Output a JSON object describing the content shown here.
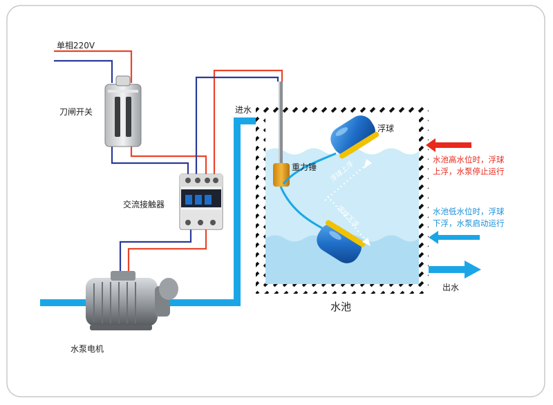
{
  "labels": {
    "power": "单相220V",
    "knife_switch": "刀闸开关",
    "contactor": "交流接触器",
    "pump_motor": "水泵电机",
    "water_in": "进水",
    "water_out": "出水",
    "tank": "水池",
    "counterweight": "重力锤",
    "float_ball": "浮球",
    "float_up": "浮球上浮",
    "float_down": "浮球下浮",
    "high_level_line1": "水池高水位时，浮球",
    "high_level_line2": "上浮，水泵停止运行",
    "low_level_line1": "水池低水位时，浮球",
    "low_level_line2": "下浮，水泵启动运行"
  },
  "colors": {
    "live_wire": "#e8452a",
    "neutral_wire": "#2a3a9a",
    "water_pipe": "#1aa6e6",
    "water": "#cdebf8",
    "high_level_arrow": "#e8291c",
    "low_level_arrow": "#1aa6e6",
    "float_body": "#1f6fc9",
    "float_band": "#f2c200",
    "counterweight": "#e8a21a"
  },
  "icons": {
    "knife_switch": "knife-switch-icon",
    "contactor": "contactor-icon",
    "pump": "pump-motor-icon",
    "float": "float-switch-icon"
  }
}
